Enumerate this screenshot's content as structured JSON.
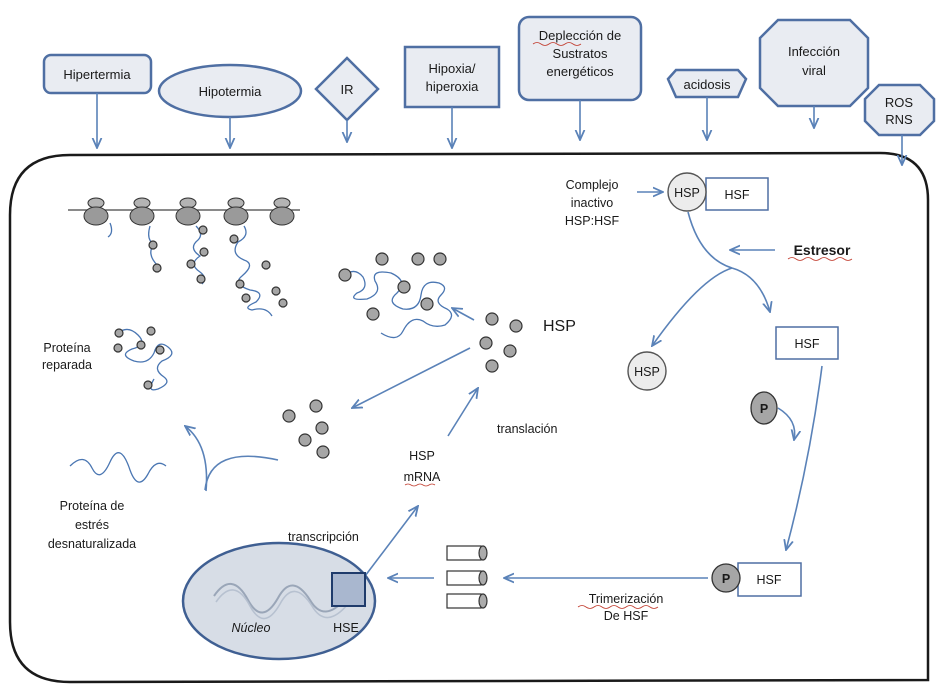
{
  "stressors": [
    {
      "id": "hipertermia",
      "label": "Hipertermia",
      "shape": "rounded-rect"
    },
    {
      "id": "hipotermia",
      "label": "Hipotermia",
      "shape": "ellipse"
    },
    {
      "id": "ir",
      "label": "IR",
      "shape": "diamond"
    },
    {
      "id": "hipoxia",
      "label_lines": [
        "Hipoxia/",
        "hiperoxia"
      ],
      "shape": "rect"
    },
    {
      "id": "deplecion",
      "label_lines": [
        "Deplección de",
        "Sustratos",
        "energéticos"
      ],
      "shape": "rounded-rect"
    },
    {
      "id": "acidosis",
      "label": "acidosis",
      "shape": "hexagon"
    },
    {
      "id": "infeccion",
      "label_lines": [
        "Infección",
        "viral"
      ],
      "shape": "octagon"
    },
    {
      "id": "ros",
      "label_lines": [
        "ROS",
        "RNS"
      ],
      "shape": "octagon"
    }
  ],
  "labels": {
    "complejo": [
      "Complejo",
      "inactivo",
      "HSP:HSF"
    ],
    "hsp": "HSP",
    "hsf": "HSF",
    "p": "P",
    "estresor": "Estresor",
    "hsp_main": "HSP",
    "proteina_reparada": [
      "Proteína",
      "reparada"
    ],
    "translacion": "translación",
    "hsp_mrna": [
      "HSP",
      "mRNA"
    ],
    "proteina_desnat": [
      "Proteína de",
      "estrés",
      "desnaturalizada"
    ],
    "transcripcion": "transcripción",
    "nucleo": "Núcleo",
    "hse": "HSE",
    "trimerizacion": [
      "Trimerización",
      "De HSF"
    ]
  },
  "colors": {
    "stimulus_stroke": "#4f6fa3",
    "stimulus_fill": "#e9ecf2",
    "arrow": "#5a82b8",
    "hsp_dot": "#a6a6a6",
    "nucleus_fill": "#d7dde6"
  }
}
